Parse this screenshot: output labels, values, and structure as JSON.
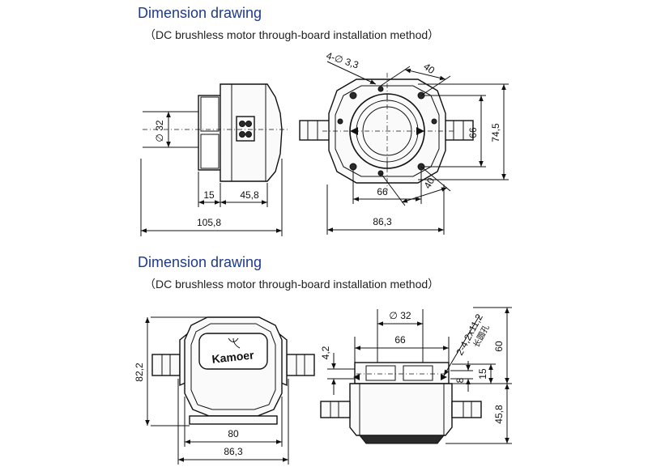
{
  "section_top": {
    "title": "Dimension drawing",
    "subtitle": "（DC brushless motor through-board installation method）",
    "dims": {
      "d32": "∅ 32",
      "d15": "15",
      "d458": "45,8",
      "d1058": "105,8",
      "holes": "4-∅ 3,3",
      "d40a": "40",
      "d40b": "40",
      "d66v": "66",
      "d745": "74,5",
      "d66h": "66",
      "d863": "86,3"
    }
  },
  "section_bottom": {
    "title": "Dimension drawing",
    "subtitle": "（DC brushless motor through-board installation method）",
    "dims": {
      "d822": "82,2",
      "d80": "80",
      "d863": "86,3",
      "d32": "∅ 32",
      "d66": "66",
      "d42": "4,2",
      "slot": "2-4,2x11,2",
      "slot_cn": "长圆孔",
      "d8": "8",
      "d15": "15",
      "d60": "60",
      "d458": "45,8"
    },
    "logo": "Kamoer"
  }
}
